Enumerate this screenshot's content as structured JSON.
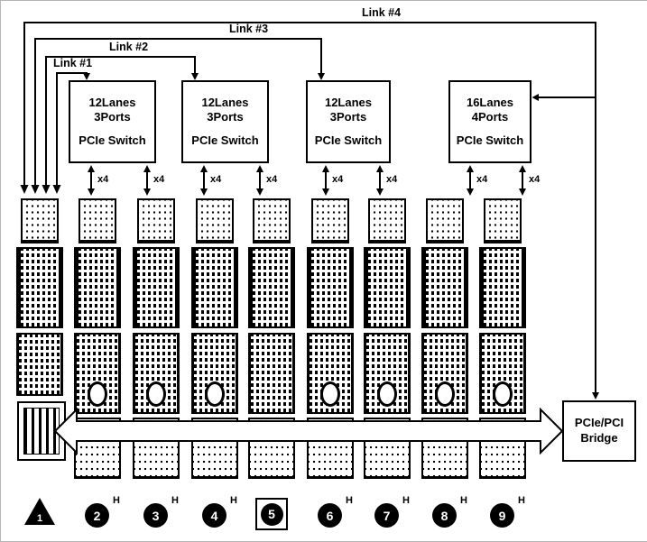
{
  "diagram": {
    "links": [
      {
        "label": "Link #1"
      },
      {
        "label": "Link #2"
      },
      {
        "label": "Link #3"
      },
      {
        "label": "Link #4"
      }
    ],
    "switches": [
      {
        "line1": "12Lanes",
        "line2": "3Ports",
        "line3": "PCIe Switch"
      },
      {
        "line1": "12Lanes",
        "line2": "3Ports",
        "line3": "PCIe Switch"
      },
      {
        "line1": "12Lanes",
        "line2": "3Ports",
        "line3": "PCIe Switch"
      },
      {
        "line1": "16Lanes",
        "line2": "4Ports",
        "line3": "PCIe Switch"
      }
    ],
    "lane_label": "x4",
    "bridge": {
      "line1": "PCIe/PCI",
      "line2": "Bridge"
    },
    "slot_markers": [
      {
        "number": "1",
        "shape": "triangle",
        "suffix": ""
      },
      {
        "number": "2",
        "shape": "circle",
        "suffix": "H"
      },
      {
        "number": "3",
        "shape": "circle",
        "suffix": "H"
      },
      {
        "number": "4",
        "shape": "circle",
        "suffix": "H"
      },
      {
        "number": "5",
        "shape": "circle-boxed",
        "suffix": ""
      },
      {
        "number": "6",
        "shape": "circle",
        "suffix": "H"
      },
      {
        "number": "7",
        "shape": "circle",
        "suffix": "H"
      },
      {
        "number": "8",
        "shape": "circle",
        "suffix": "H"
      },
      {
        "number": "9",
        "shape": "circle",
        "suffix": "H"
      }
    ]
  }
}
